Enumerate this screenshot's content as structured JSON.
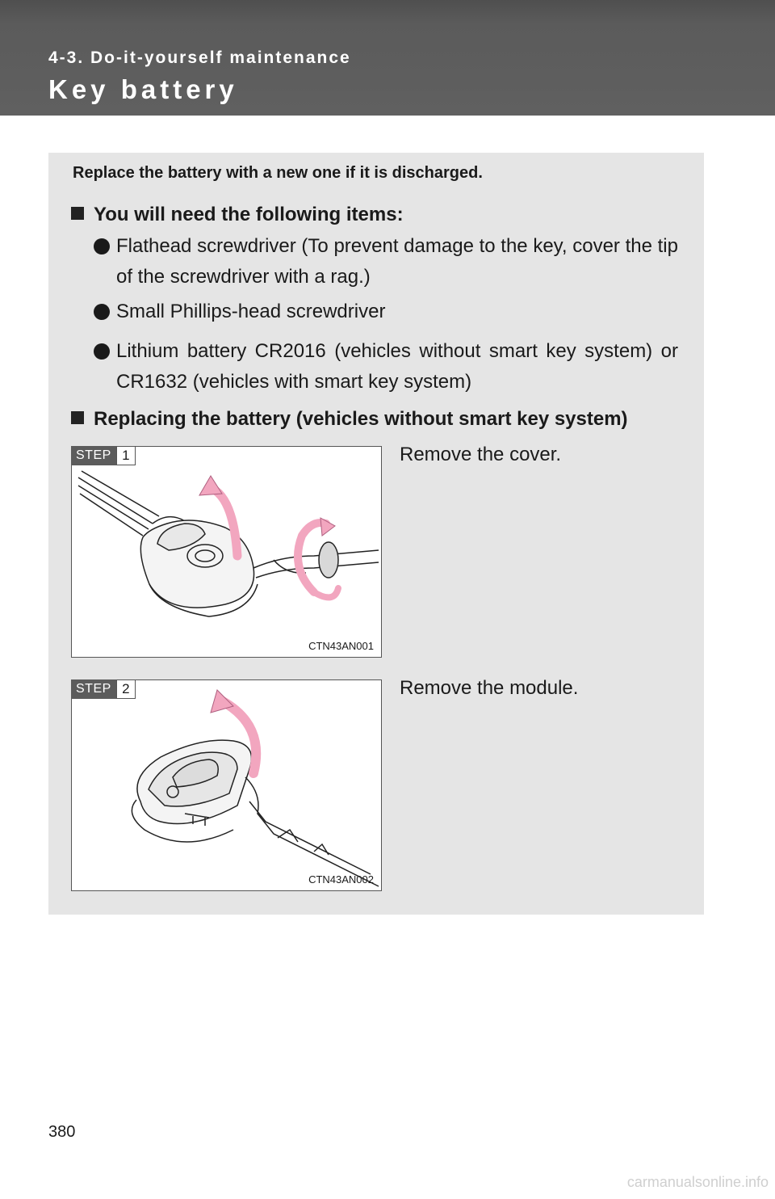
{
  "header": {
    "section": "4-3. Do-it-yourself maintenance",
    "title": "Key battery"
  },
  "intro": "Replace the battery with a new one if it is discharged.",
  "items_section": {
    "heading": "You will need the following items:",
    "bullets": [
      "Flathead screwdriver (To prevent damage to the key, cover the tip of the screwdriver with a rag.)",
      "Small Phillips-head screwdriver",
      "Lithium battery CR2016 (vehicles without smart key system) or CR1632 (vehicles with smart key system)"
    ]
  },
  "replace_section": {
    "heading": "Replacing the battery (vehicles without smart key system)",
    "steps": [
      {
        "label": "STEP",
        "number": "1",
        "text": "Remove the cover.",
        "figure_code": "CTN43AN001"
      },
      {
        "label": "STEP",
        "number": "2",
        "text": "Remove the module.",
        "figure_code": "CTN43AN002"
      }
    ]
  },
  "page_number": "380",
  "watermark": "carmanualsonline.info",
  "colors": {
    "header_bg": "#5b5b5b",
    "panel_bg": "#e5e5e5",
    "arrow_pink": "#f2a6bf"
  }
}
